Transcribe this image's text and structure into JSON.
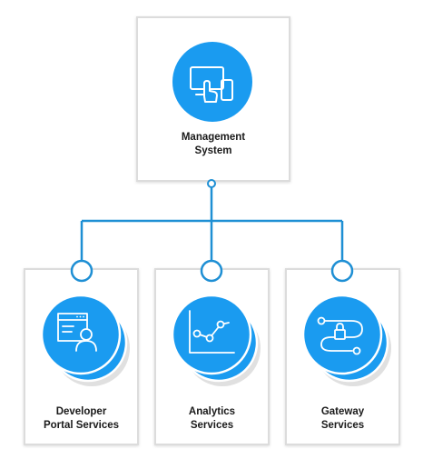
{
  "colors": {
    "accent": "#1a9bf0",
    "accent_dark": "#0f72c2",
    "connector": "#1e8fd4",
    "card_border": "#dcdcdc",
    "shadow_disc": "#e0e0e0"
  },
  "root": {
    "label_line1": "Management",
    "label_line2": "System",
    "icon": "monitor-touch-devices-icon"
  },
  "children": [
    {
      "label_line1": "Developer",
      "label_line2": "Portal Services",
      "icon": "developer-portal-icon"
    },
    {
      "label_line1": "Analytics",
      "label_line2": "Services",
      "icon": "analytics-line-chart-icon"
    },
    {
      "label_line1": "Gateway",
      "label_line2": "Services",
      "icon": "gateway-lock-path-icon"
    }
  ]
}
